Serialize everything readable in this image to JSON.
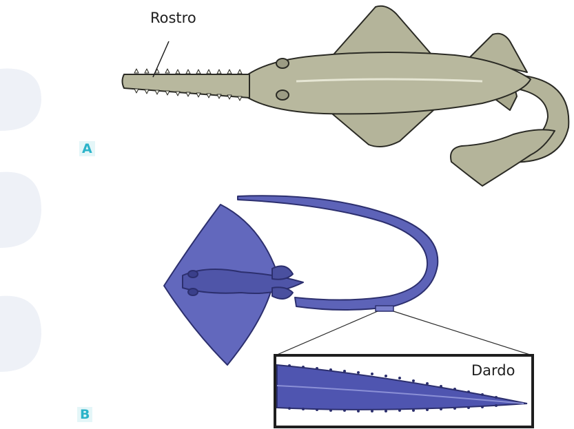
{
  "panels": [
    {
      "letter": "A",
      "label": "Rostro"
    },
    {
      "letter": "B",
      "label": "Dardo"
    }
  ],
  "colors": {
    "sawfish_body": "#b4b49a",
    "sawfish_outline": "#2a2a24",
    "stingray_body": "#5d63b8",
    "stingray_outline": "#2c2f6e",
    "panel_letter": "#2bb3c9",
    "background_blob": "#edf0f6"
  }
}
